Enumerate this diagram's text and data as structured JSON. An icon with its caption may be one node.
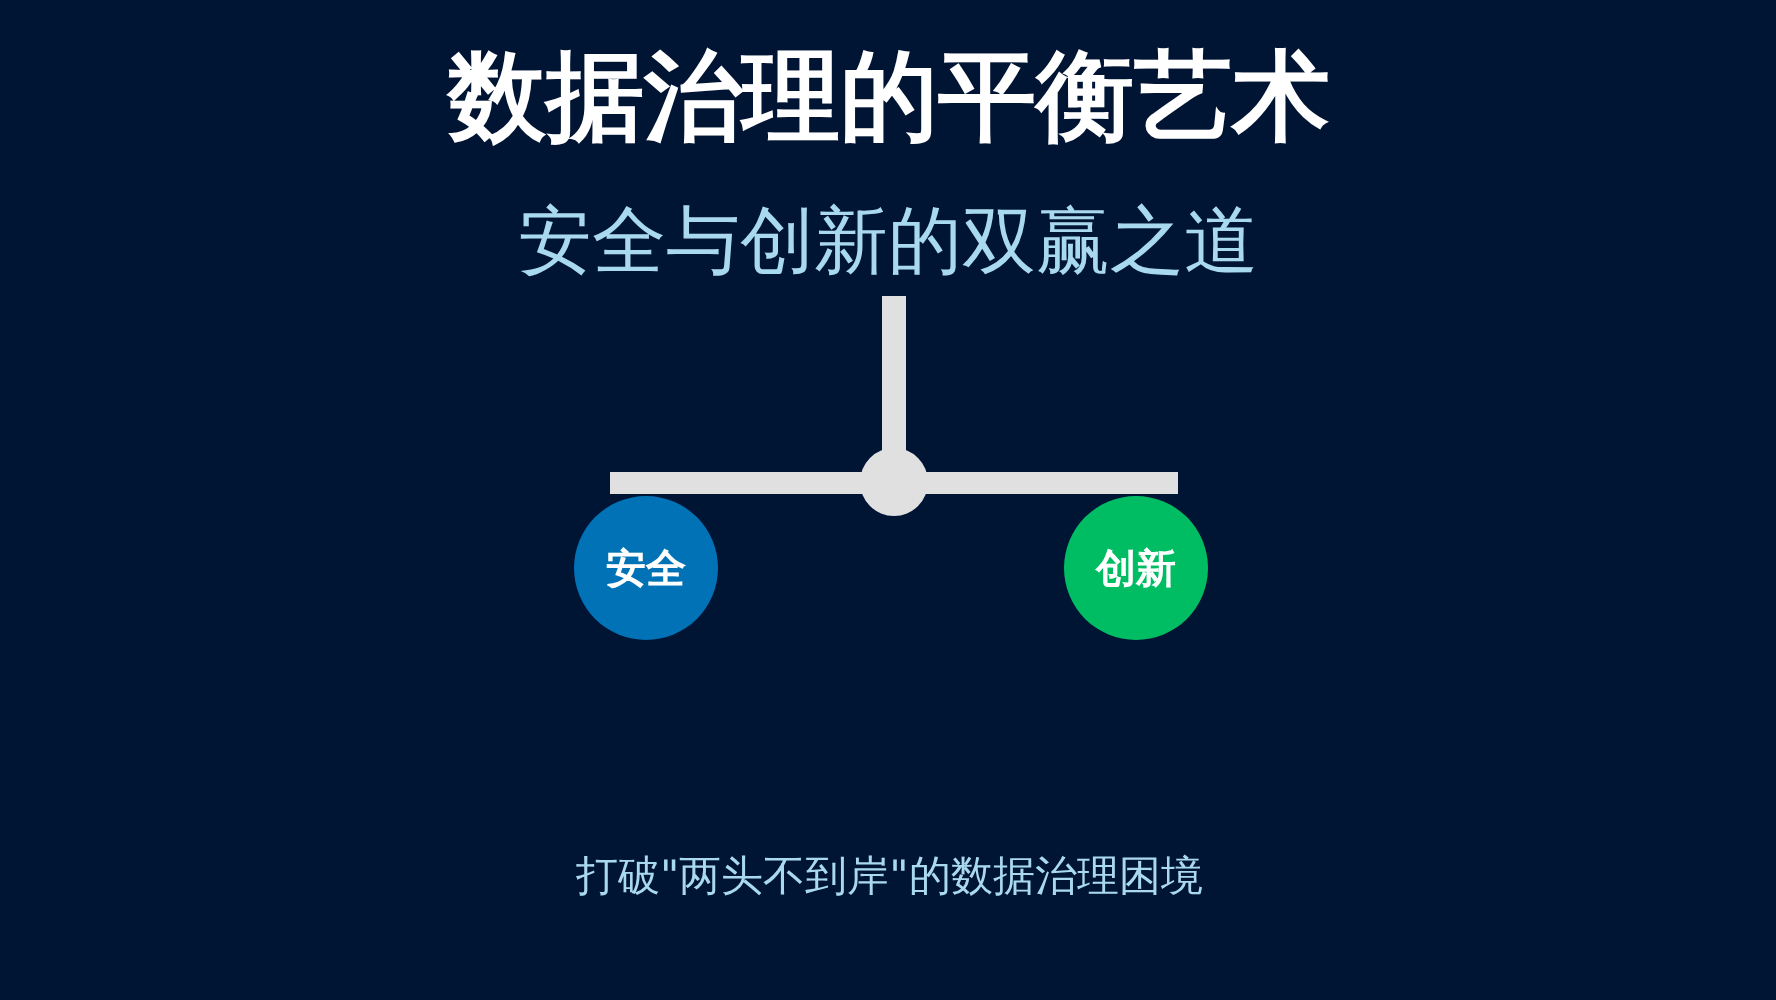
{
  "diagram": {
    "title": "数据治理的平衡艺术",
    "nodes": [
      {
        "text": [
          "安全"
        ]
      },
      {
        "text": [
          "创新"
        ]
      }
    ],
    "labels": [
      "安全与创新的双赢之道"
    ],
    "caption": "打破\"两头不到岸\"的数据治理困境"
  }
}
